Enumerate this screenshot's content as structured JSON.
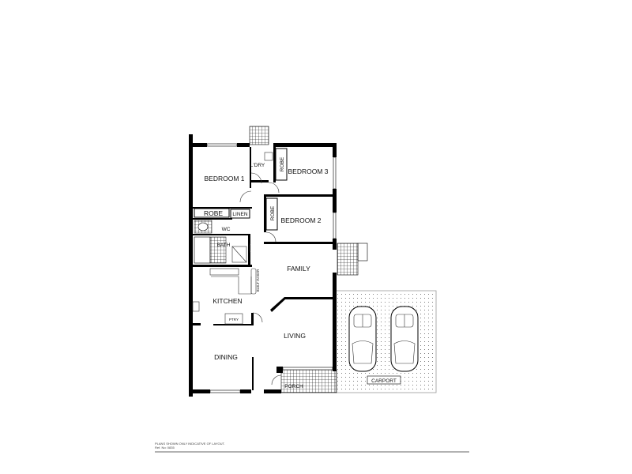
{
  "rooms": {
    "bedroom1": "BEDROOM 1",
    "laundry": "L'DRY",
    "robe_bed3": "ROBE",
    "bedroom3": "BEDROOM 3",
    "robe_bed2": "ROBE",
    "bedroom2": "BEDROOM 2",
    "robe_bed1": "ROBE",
    "linen": "LINEN",
    "wc": "WC",
    "bath": "BATH",
    "family": "FAMILY",
    "built_in_bar": "BUILT IN BAR",
    "kitchen": "KITCHEN",
    "pantry": "PTRY",
    "living": "LIVING",
    "dining": "DINING",
    "porch": "PORCH",
    "carport": "CARPORT"
  },
  "footer": {
    "disclaimer": "PLANS SHOWN ONLY INDICATIVE OF LAYOUT.",
    "ref": "Ref. No: 0835"
  },
  "colors": {
    "walls": "#000000",
    "background": "#ffffff"
  }
}
